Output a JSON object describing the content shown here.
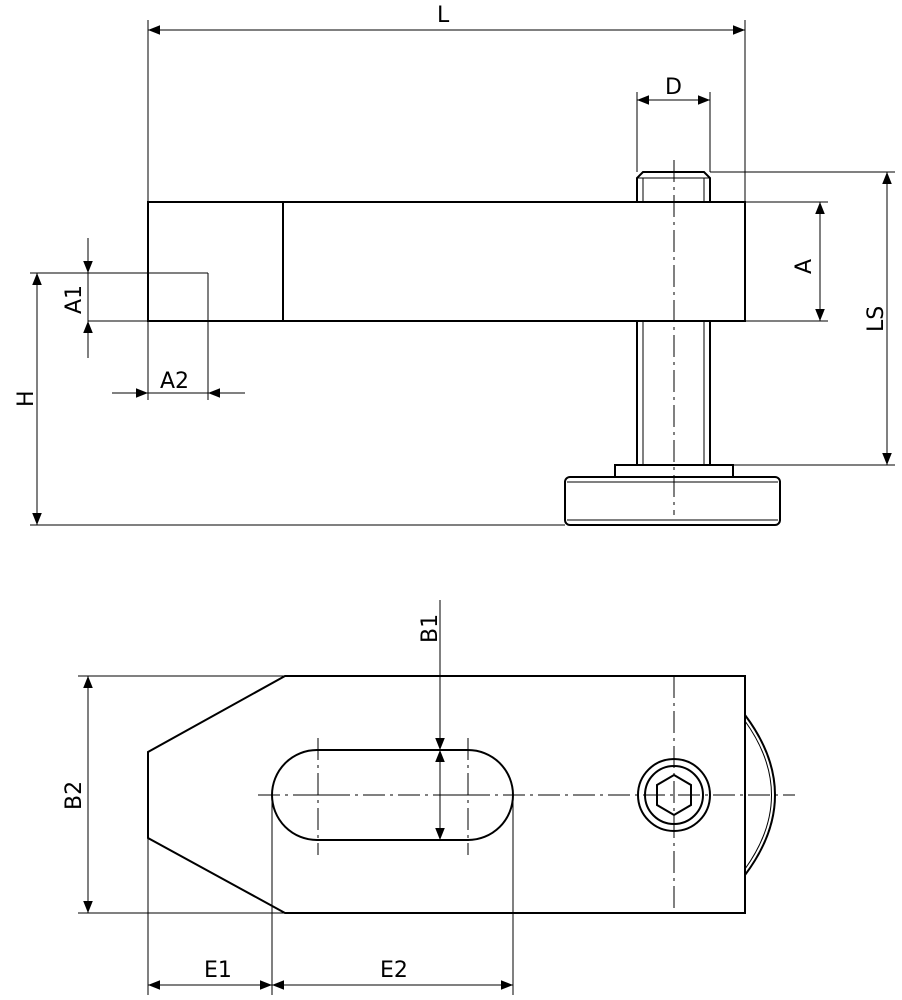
{
  "labels": {
    "L": "L",
    "D": "D",
    "A": "A",
    "A1": "A1",
    "A2": "A2",
    "H": "H",
    "LS": "LS",
    "B1": "B1",
    "B2": "B2",
    "E1": "E1",
    "E2": "E2"
  },
  "colors": {
    "line": "#000000",
    "background": "#ffffff"
  }
}
